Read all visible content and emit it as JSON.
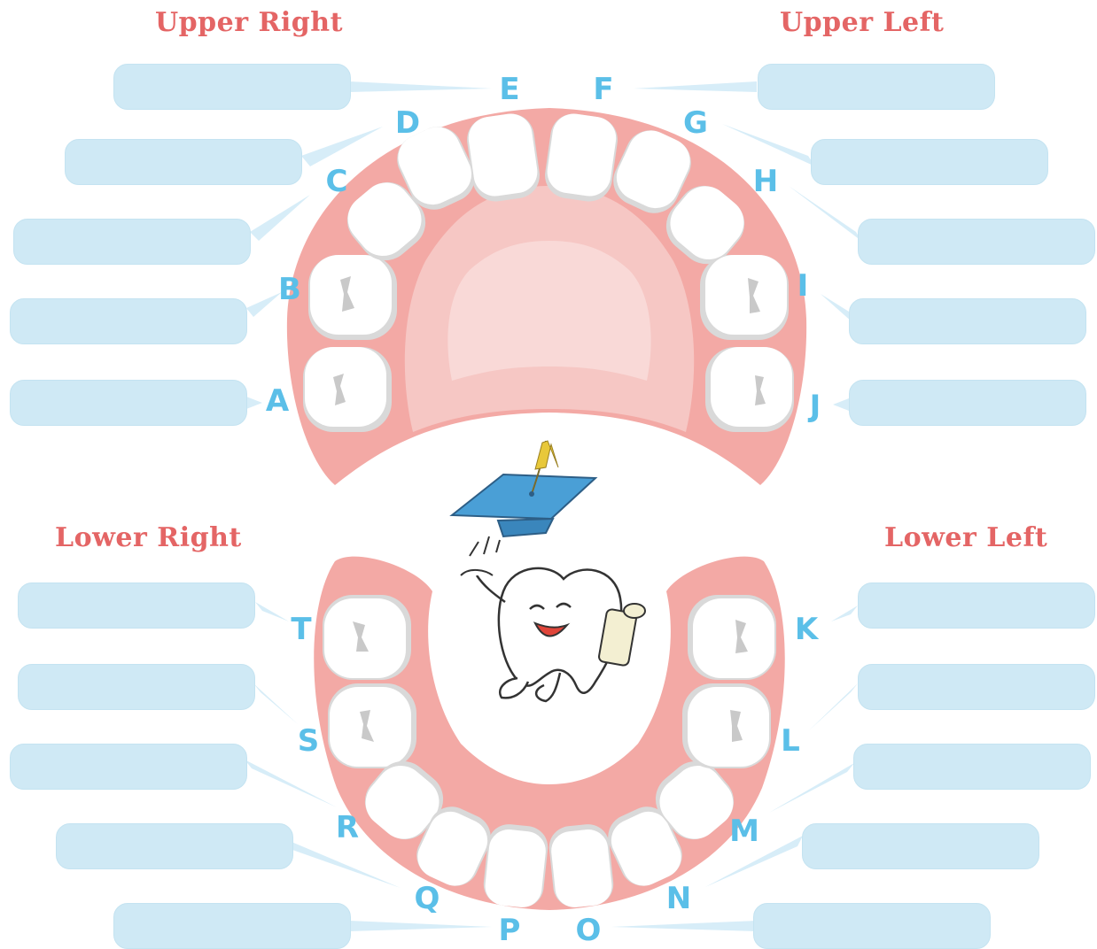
{
  "quadrants": {
    "upper_right": "Upper Right",
    "upper_left": "Upper Left",
    "lower_right": "Lower Right",
    "lower_left": "Lower Left"
  },
  "teeth": {
    "A": "A",
    "B": "B",
    "C": "C",
    "D": "D",
    "E": "E",
    "F": "F",
    "G": "G",
    "H": "H",
    "I": "I",
    "J": "J",
    "K": "K",
    "L": "L",
    "M": "M",
    "N": "N",
    "O": "O",
    "P": "P",
    "Q": "Q",
    "R": "R",
    "S": "S",
    "T": "T"
  },
  "answer_boxes": {
    "A": "",
    "B": "",
    "C": "",
    "D": "",
    "E": "",
    "F": "",
    "G": "",
    "H": "",
    "I": "",
    "J": "",
    "K": "",
    "L": "",
    "M": "",
    "N": "",
    "O": "",
    "P": "",
    "Q": "",
    "R": "",
    "S": "",
    "T": ""
  },
  "colors": {
    "gum": "#f3a9a5",
    "gum_dark": "#e88c88",
    "palate": "#f6c7c4",
    "tooth": "#ffffff",
    "tooth_shadow": "#d9d9d9",
    "letter": "#5bbfe8",
    "box": "#cfe9f5",
    "title": "#e46565",
    "cap": "#4a9fd6"
  }
}
